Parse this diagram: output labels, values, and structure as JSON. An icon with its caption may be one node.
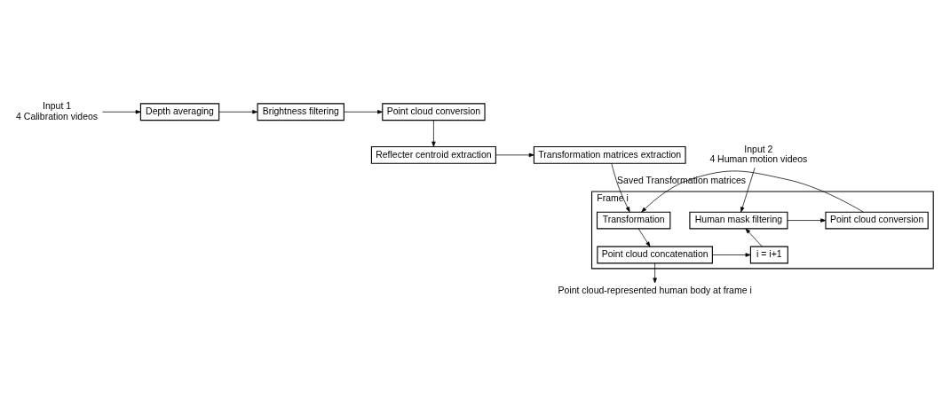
{
  "diagram": {
    "nodes": [
      {
        "text": [
          "Input 1",
          "4 Calibration videos"
        ]
      },
      {
        "text": [
          "Depth averaging"
        ]
      },
      {
        "text": [
          "Brightness filtering"
        ]
      },
      {
        "text": [
          "Point cloud conversion"
        ]
      },
      {
        "text": [
          "Reflecter centroid extraction"
        ]
      },
      {
        "text": [
          "Transformation matrices extraction"
        ]
      },
      {
        "text": [
          "Input 2",
          "4 Human motion videos"
        ]
      },
      {
        "text": [
          "Frame i"
        ]
      },
      {
        "text": [
          "Human mask filtering"
        ],
        "in": 7
      },
      {
        "text": [
          "Point cloud conversion"
        ],
        "in": 7
      },
      {
        "text": [
          "Transformation"
        ],
        "in": 7
      },
      {
        "text": [
          "i = i+1"
        ],
        "in": 7
      },
      {
        "text": [
          "Point cloud concatenation"
        ],
        "in": 7
      },
      {
        "text": [
          "Point cloud-represented human body at frame i"
        ]
      }
    ],
    "edges": [
      {
        "from": 0,
        "to": 1,
        "arrow": "to"
      },
      {
        "from": 1,
        "to": 2,
        "arrow": "to"
      },
      {
        "from": 2,
        "to": 3,
        "arrow": "to"
      },
      {
        "from": 3,
        "to": 4,
        "arrow": "to"
      },
      {
        "from": 4,
        "to": 5,
        "arrow": "to"
      },
      {
        "from": 5,
        "to": 10,
        "arrow": "to",
        "label": "Saved Transformation matrices"
      },
      {
        "from": 6,
        "to": 8,
        "arrow": "to"
      },
      {
        "from": 8,
        "to": 9,
        "arrow": "to"
      },
      {
        "from": 9,
        "to": 10,
        "arrow": "to"
      },
      {
        "from": 10,
        "to": 12,
        "arrow": "to"
      },
      {
        "from": 12,
        "to": 11,
        "arrow": "to"
      },
      {
        "from": 11,
        "to": 8,
        "arrow": "to"
      },
      {
        "from": 12,
        "to": 13,
        "arrow": "to"
      }
    ]
  }
}
